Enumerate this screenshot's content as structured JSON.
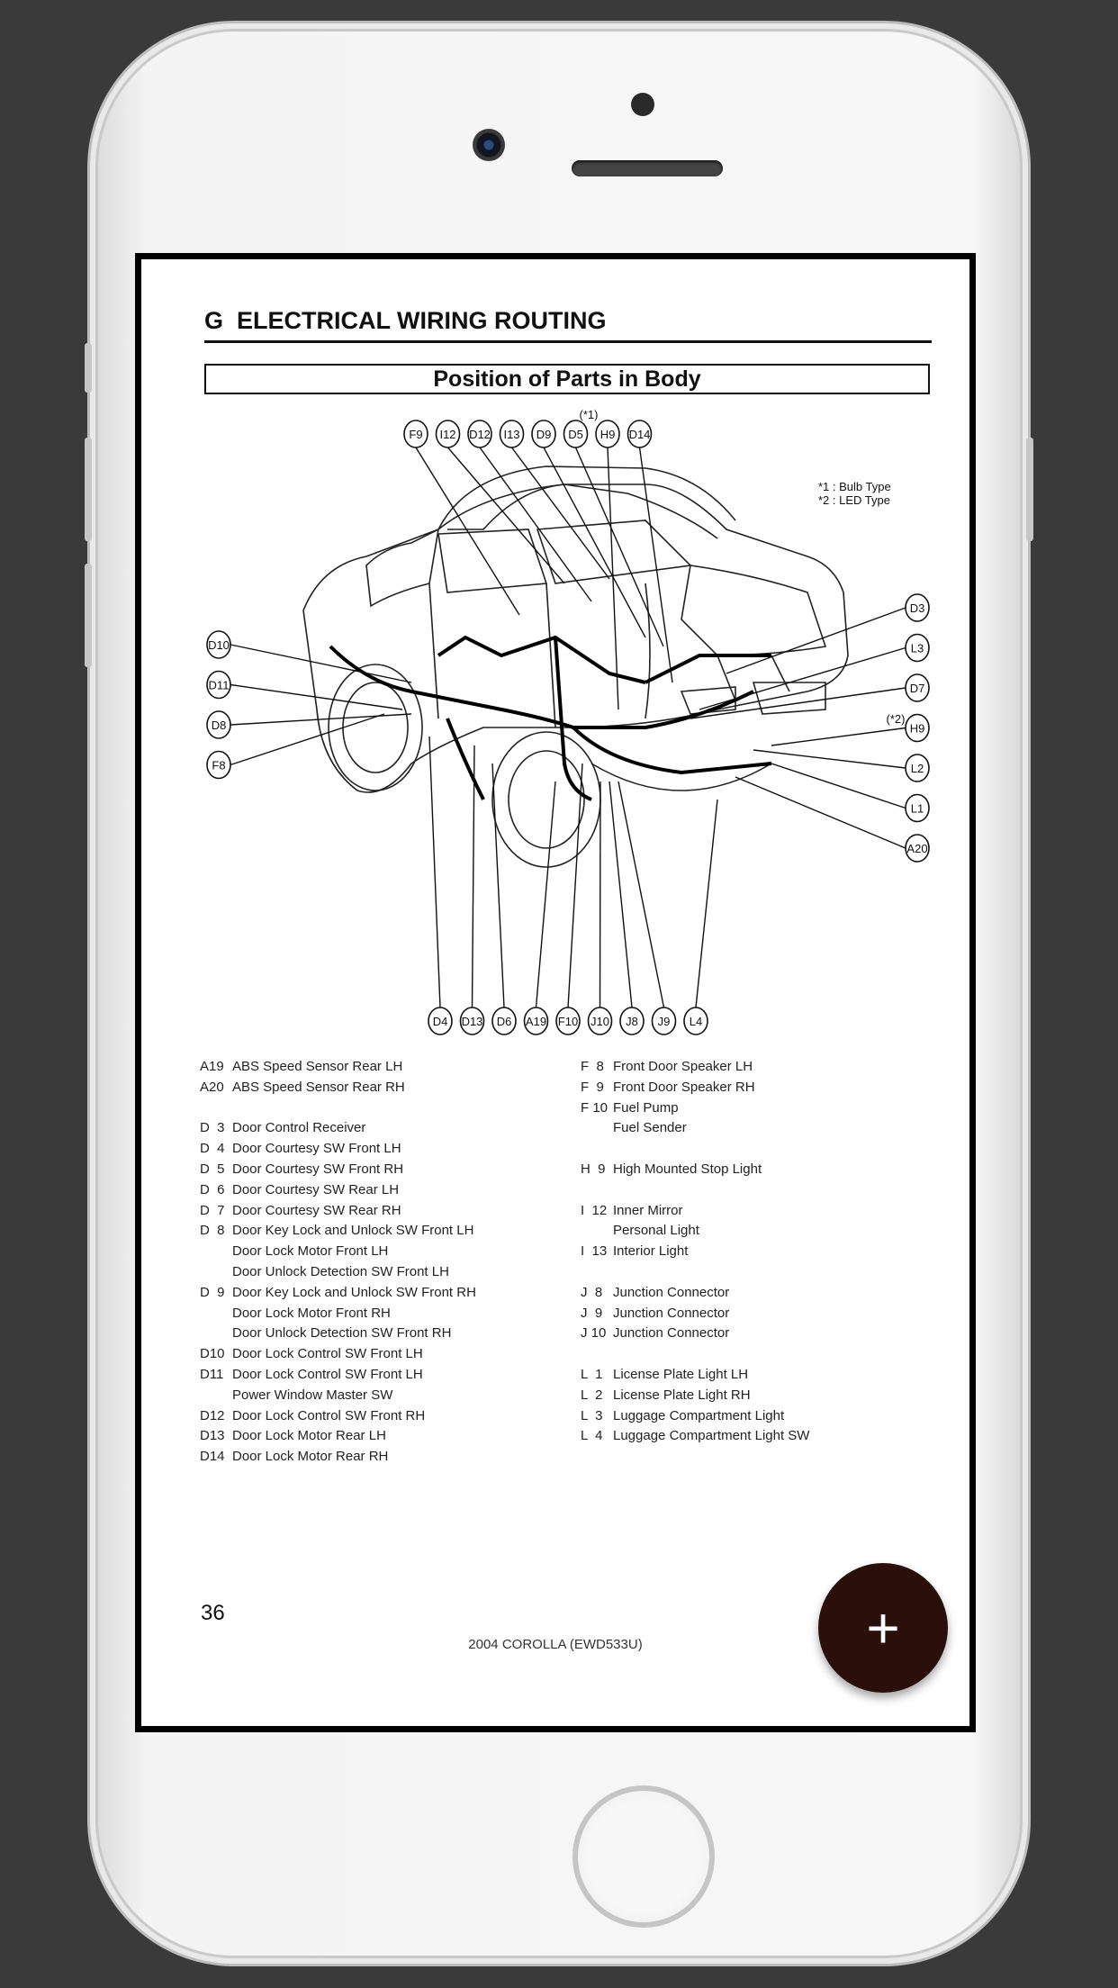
{
  "page": {
    "section_title": "G  ELECTRICAL WIRING ROUTING",
    "subtitle": "Position of Parts in Body",
    "notes": [
      "*1 : Bulb Type",
      "*2 : LED Type"
    ],
    "note_marker_1": "(*1)",
    "note_marker_2": "(*2)",
    "page_number": "36",
    "footer": "2004 COROLLA (EWD533U)"
  },
  "connectors": {
    "top": [
      "F9",
      "I12",
      "D12",
      "I13",
      "D9",
      "D5",
      "H9",
      "D14"
    ],
    "left": [
      "D10",
      "D11",
      "D8",
      "F8"
    ],
    "right": [
      "D3",
      "L3",
      "D7",
      "H9",
      "L2",
      "L1",
      "A20"
    ],
    "bottom": [
      "D4",
      "D13",
      "D6",
      "A19",
      "F10",
      "J10",
      "J8",
      "J9",
      "L4"
    ]
  },
  "legend_left": [
    {
      "code": "A19",
      "label": "ABS Speed Sensor Rear LH"
    },
    {
      "code": "A20",
      "label": "ABS Speed Sensor Rear RH"
    },
    {
      "code": "",
      "label": ""
    },
    {
      "code": "D  3",
      "label": "Door Control Receiver"
    },
    {
      "code": "D  4",
      "label": "Door Courtesy SW Front LH"
    },
    {
      "code": "D  5",
      "label": "Door Courtesy SW Front RH"
    },
    {
      "code": "D  6",
      "label": "Door Courtesy SW Rear LH"
    },
    {
      "code": "D  7",
      "label": "Door Courtesy SW Rear RH"
    },
    {
      "code": "D  8",
      "label": "Door Key Lock and Unlock SW Front LH"
    },
    {
      "code": "",
      "label": "Door Lock Motor Front LH"
    },
    {
      "code": "",
      "label": "Door Unlock Detection SW Front LH"
    },
    {
      "code": "D  9",
      "label": "Door Key Lock and Unlock SW Front RH"
    },
    {
      "code": "",
      "label": "Door Lock Motor Front RH"
    },
    {
      "code": "",
      "label": "Door Unlock Detection SW Front RH"
    },
    {
      "code": "D10",
      "label": "Door Lock Control SW Front LH"
    },
    {
      "code": "D11",
      "label": "Door Lock Control SW Front LH"
    },
    {
      "code": "",
      "label": "Power Window Master SW"
    },
    {
      "code": "D12",
      "label": "Door Lock Control SW Front RH"
    },
    {
      "code": "D13",
      "label": "Door Lock Motor Rear LH"
    },
    {
      "code": "D14",
      "label": "Door Lock Motor Rear RH"
    }
  ],
  "legend_right": [
    {
      "code": "F  8",
      "label": "Front Door Speaker LH"
    },
    {
      "code": "F  9",
      "label": "Front Door Speaker RH"
    },
    {
      "code": "F 10",
      "label": "Fuel Pump"
    },
    {
      "code": "",
      "label": "Fuel Sender"
    },
    {
      "code": "",
      "label": ""
    },
    {
      "code": "H  9",
      "label": "High Mounted Stop Light"
    },
    {
      "code": "",
      "label": ""
    },
    {
      "code": "I  12",
      "label": "Inner Mirror"
    },
    {
      "code": "",
      "label": "Personal Light"
    },
    {
      "code": "I  13",
      "label": "Interior Light"
    },
    {
      "code": "",
      "label": ""
    },
    {
      "code": "J  8",
      "label": "Junction Connector"
    },
    {
      "code": "J  9",
      "label": "Junction Connector"
    },
    {
      "code": "J 10",
      "label": "Junction Connector"
    },
    {
      "code": "",
      "label": ""
    },
    {
      "code": "L  1",
      "label": "License Plate Light LH"
    },
    {
      "code": "L  2",
      "label": "License Plate Light RH"
    },
    {
      "code": "L  3",
      "label": "Luggage Compartment Light"
    },
    {
      "code": "L  4",
      "label": "Luggage Compartment Light SW"
    }
  ],
  "fab": {
    "label": "+",
    "icon": "plus-icon"
  }
}
